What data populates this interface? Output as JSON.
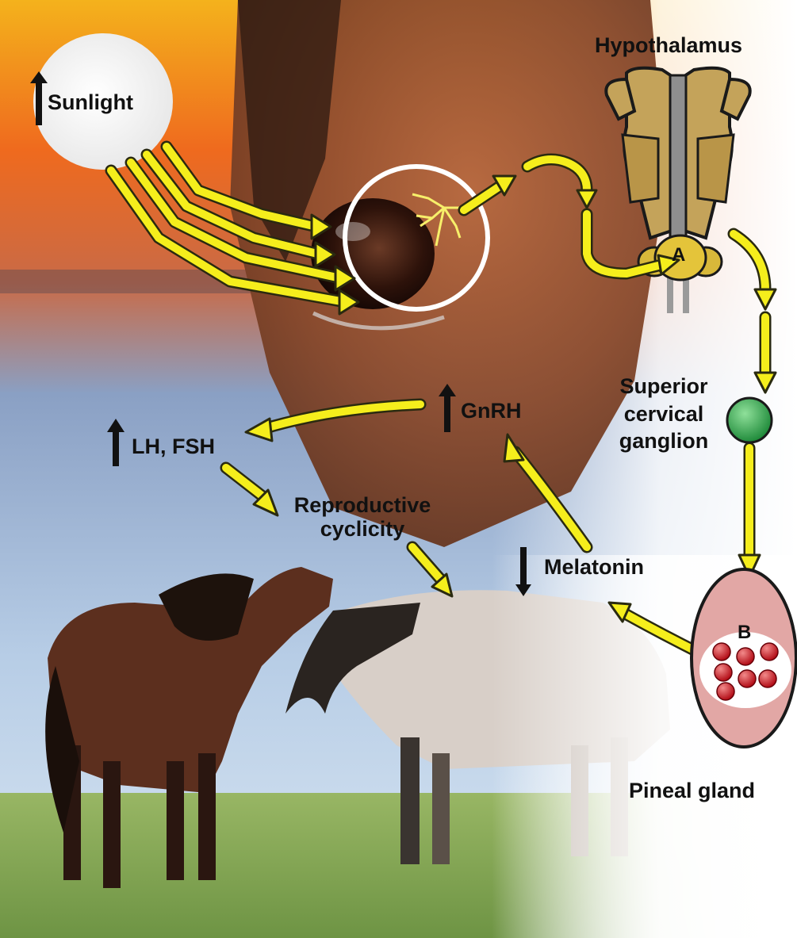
{
  "labels": {
    "sunlight": "Sunlight",
    "hypothalamus": "Hypothalamus",
    "region_a": "A",
    "superior_cervical_ganglion": "Superior\ncervical\nganglion",
    "pineal_gland": "Pineal gland",
    "region_b": "B",
    "gnrh": "GnRH",
    "lh_fsh": "LH, FSH",
    "reproductive_cyclicity": "Reproductive\ncyclicity",
    "melatonin": "Melatonin"
  },
  "indicators": {
    "sunlight": "up",
    "gnrh": "up",
    "lh_fsh": "up",
    "melatonin": "down"
  },
  "colors": {
    "arrow_fill": "#f5ee1c",
    "arrow_stroke": "#2a2a10",
    "hypothalamus": "#c4a35a",
    "ganglion": "#2fa14a",
    "pineal_gland": "#e2a7a5",
    "pineal_cells": "#c8101b",
    "indicator": "#111111"
  }
}
